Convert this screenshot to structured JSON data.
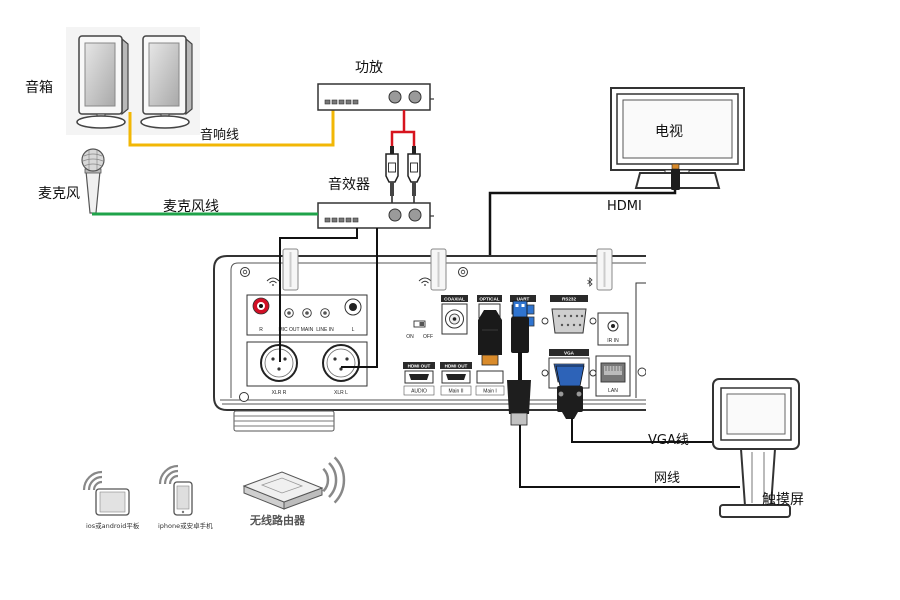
{
  "labels": {
    "speakers": "音箱",
    "amplifier": "功放",
    "audio_cable": "音响线",
    "microphone": "麦克风",
    "effects_processor": "音效器",
    "mic_cable": "麦克风线",
    "tv": "电视",
    "hdmi": "HDMI",
    "vga_cable": "VGA线",
    "network_cable": "网线",
    "touch_screen": "触摸屏",
    "router": "无线路由器",
    "tablet": "ios或android平板",
    "phone": "iphone或安卓手机"
  },
  "panel": {
    "r": "R",
    "mic_out": "MIC OUT",
    "main": "MAIN",
    "line_in": "LINE IN",
    "l": "L",
    "xlr_r": "XLR R",
    "xlr_l": "XLR L",
    "on": "ON",
    "off": "OFF",
    "coaxial": "COAXIAL",
    "optical": "OPTICAL",
    "uart": "UART",
    "rs232": "RS232",
    "vga": "VGA",
    "ir_in": "IR IN",
    "lan": "LAN",
    "hdmi_out_a": "HDMI OUT",
    "hdmi_out_b": "HDMI OUT",
    "audio": "AUDIO",
    "main_2": "Main II",
    "main_1": "Main I"
  },
  "colors": {
    "audio_cable": "#f2b705",
    "mic_cable": "#1fa34a",
    "rca_cable": "#d7141e",
    "signal_cable": "#111111",
    "usb_blue": "#2f74d0",
    "vga_blue": "#2d63b8",
    "rca_jack_red": "#d10f25"
  },
  "icons": {
    "wifi": "wifi-icon",
    "bluetooth": "bluetooth-icon",
    "power": "power-icon"
  }
}
